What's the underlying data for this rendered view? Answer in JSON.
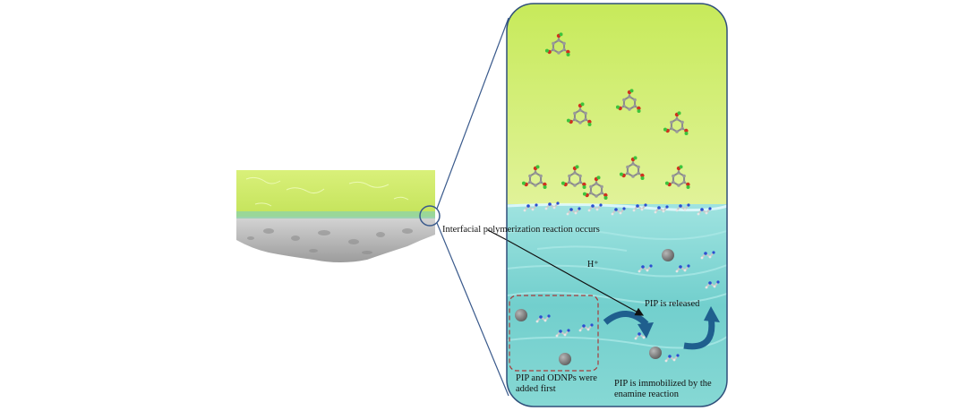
{
  "labels": {
    "reaction": "Interfacial polymerization reaction occurs",
    "proton": "H⁺",
    "released": "PIP is released",
    "added_line1": "PIP and ODNPs were",
    "added_line2": "added first",
    "immobilized_line1": "PIP is immobilized by the",
    "immobilized_line2": "enamine reaction"
  },
  "colors": {
    "organic_phase": "#d6ef7c",
    "aqueous_phase": "#7fd6d3",
    "support_layer": "#c4c4c4",
    "outline": "#3a5a8c",
    "arrow_blue": "#1f5f8e",
    "dash_box": "#a83a3a",
    "nanoparticle": "#7d7d7d"
  }
}
